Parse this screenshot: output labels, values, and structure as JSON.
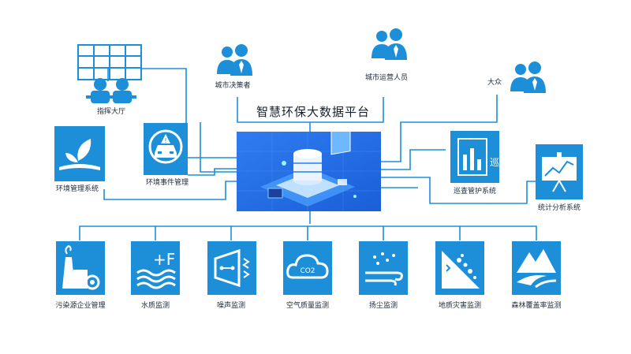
{
  "platform": {
    "title": "智慧环保大数据平台"
  },
  "users": [
    {
      "label": "城市决策者",
      "icon": "people-icon"
    },
    {
      "label": "城市运营人员",
      "icon": "people-icon"
    },
    {
      "label": "大众",
      "icon": "people-icon"
    }
  ],
  "left_nodes": [
    {
      "label": "指挥大厅",
      "icon": "command-hall-icon"
    },
    {
      "label": "环境管理系统",
      "icon": "leaf-icon"
    },
    {
      "label": "环境事件管理",
      "icon": "car-warning-icon"
    }
  ],
  "right_nodes": [
    {
      "label": "巡查管护系统",
      "icon": "patrol-chart-icon",
      "icon_text": "巡"
    },
    {
      "label": "统计分析系统",
      "icon": "trend-board-icon"
    }
  ],
  "bottom_nodes": [
    {
      "label": "污染源企业管理",
      "icon": "factory-icon"
    },
    {
      "label": "水质监测",
      "icon": "water-temperature-icon",
      "icon_text": "+F"
    },
    {
      "label": "噪声监测",
      "icon": "speaker-icon"
    },
    {
      "label": "空气质量监测",
      "icon": "cloud-co2-icon",
      "icon_text": "CO2"
    },
    {
      "label": "扬尘监测",
      "icon": "dust-icon"
    },
    {
      "label": "地质灾害监测",
      "icon": "landslide-icon"
    },
    {
      "label": "森林覆盖率监测",
      "icon": "forest-icon"
    }
  ],
  "colors": {
    "line": "#1d8fd9",
    "tile": "#1d8fd9",
    "text": "#1c2a3a"
  }
}
